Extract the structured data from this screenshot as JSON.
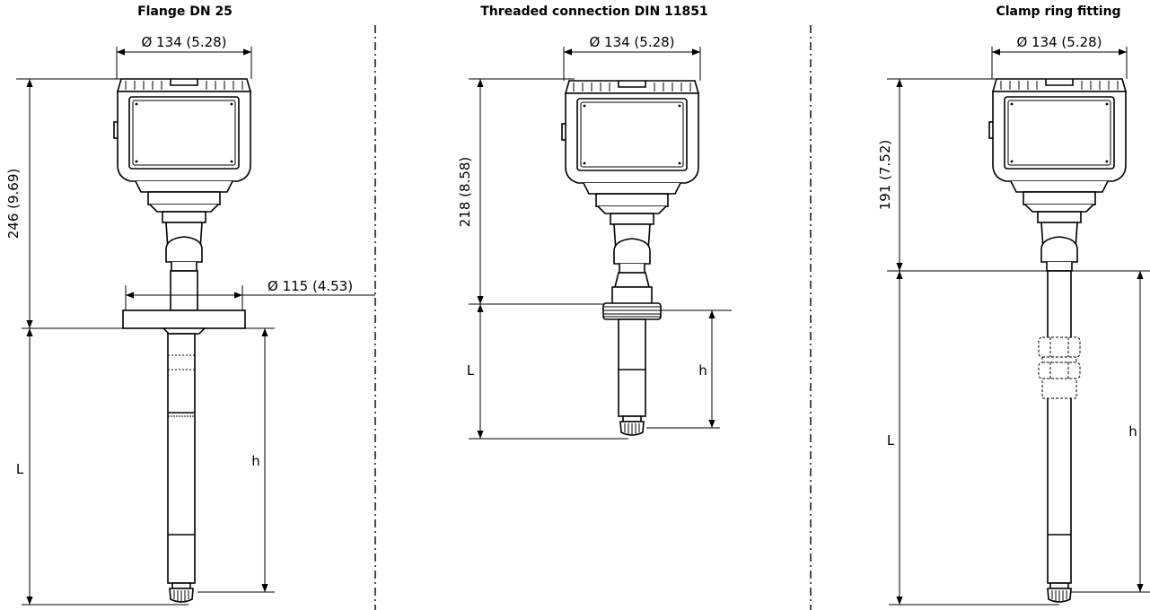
{
  "views": [
    {
      "title": "Flange DN 25",
      "dims": {
        "diameter": "Ø 134 (5.28)",
        "height": "246 (9.69)",
        "flange_diameter": "Ø 115 (4.53)",
        "length": "L",
        "insertion": "h"
      }
    },
    {
      "title": "Threaded connection DIN 11851",
      "dims": {
        "diameter": "Ø 134 (5.28)",
        "height": "218 (8.58)",
        "length": "L",
        "insertion": "h"
      }
    },
    {
      "title": "Clamp ring fitting",
      "dims": {
        "diameter": "Ø 134 (5.28)",
        "height": "191 (7.52)",
        "length": "L",
        "insertion": "h"
      }
    }
  ]
}
